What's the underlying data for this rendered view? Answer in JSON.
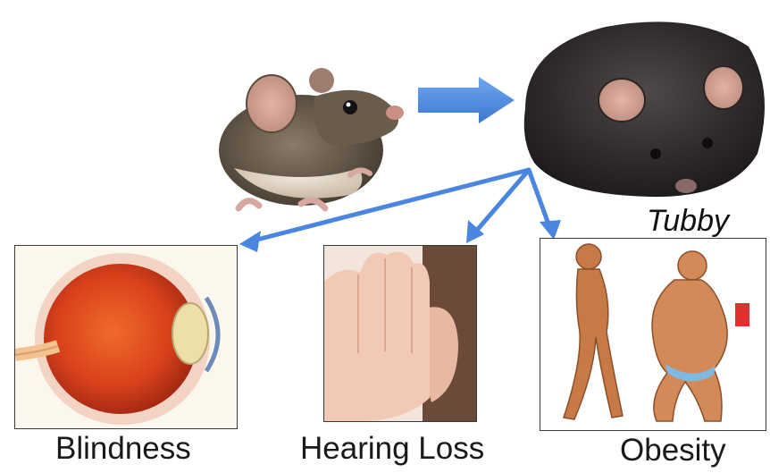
{
  "strain_label": "Tubby",
  "panels": [
    {
      "id": "eye",
      "caption": "Blindness"
    },
    {
      "id": "ear",
      "caption": "Hearing Loss"
    },
    {
      "id": "body",
      "caption": "Obesity"
    }
  ],
  "colors": {
    "arrow": "#4a86e0",
    "arrow_fill": "#4f8fe6",
    "panel_border": "#3a3a3a"
  }
}
